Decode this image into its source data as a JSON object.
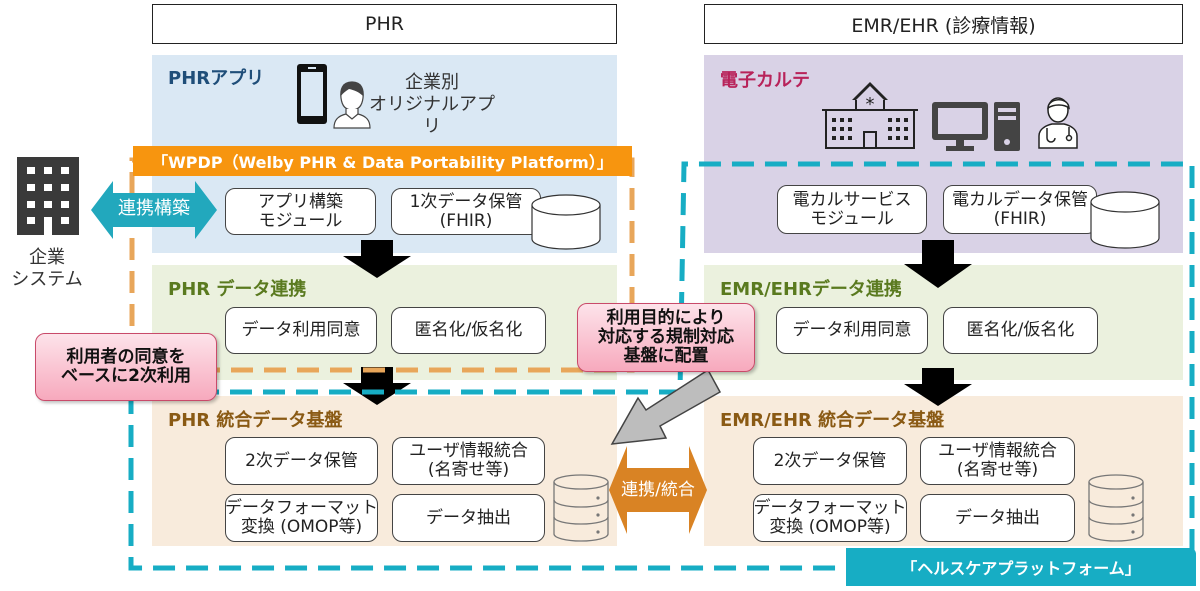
{
  "headers": {
    "phr": "PHR",
    "emr": "EMR/EHR (診療情報)"
  },
  "left_system": {
    "label_line1": "企業",
    "label_line2": "システム",
    "link_arrow_label": "連携構築"
  },
  "phr_app": {
    "title": "PHRアプリ",
    "desc_line1": "企業別",
    "desc_line2": "オリジナルアプリ",
    "modules": [
      {
        "line1": "アプリ構築",
        "line2": "モジュール"
      },
      {
        "line1": "1次データ保管",
        "line2": "(FHIR)"
      }
    ]
  },
  "wpdp_banner": "「WPDP（Welby PHR & Data Portability Platform）」",
  "phr_link": {
    "title": "PHR データ連携",
    "modules": [
      "データ利用同意",
      "匿名化/仮名化"
    ]
  },
  "phr_platform": {
    "title": "PHR 統合データ基盤",
    "modules": [
      {
        "line1": "2次データ保管",
        "line2": ""
      },
      {
        "line1": "ユーザ情報統合",
        "line2": "(名寄せ等)"
      },
      {
        "line1": "データフォーマット",
        "line2": "変換 (OMOP等)"
      },
      {
        "line1": "データ抽出",
        "line2": ""
      }
    ]
  },
  "emr_app": {
    "title": "電子カルテ",
    "modules": [
      {
        "line1": "電カルサービス",
        "line2": "モジュール"
      },
      {
        "line1": "電カルデータ保管",
        "line2": "(FHIR)"
      }
    ]
  },
  "emr_link": {
    "title": "EMR/EHRデータ連携",
    "modules": [
      "データ利用同意",
      "匿名化/仮名化"
    ]
  },
  "emr_platform": {
    "title": "EMR/EHR 統合データ基盤",
    "modules": [
      {
        "line1": "2次データ保管",
        "line2": ""
      },
      {
        "line1": "ユーザ情報統合",
        "line2": "(名寄せ等)"
      },
      {
        "line1": "データフォーマット",
        "line2": "変換 (OMOP等)"
      },
      {
        "line1": "データ抽出",
        "line2": ""
      }
    ]
  },
  "middle_arrow_label": "連携/統合",
  "callouts": {
    "consent_line1": "利用者の同意を",
    "consent_line2": "ベースに2次利用",
    "regulation_line1": "利用目的により",
    "regulation_line2": "対応する規制対応",
    "regulation_line3": "基盤に配置"
  },
  "healthcare_banner": "「ヘルスケアプラットフォーム」",
  "colors": {
    "phr_app_bg": "#dae8f4",
    "phr_app_title": "#1f4e79",
    "emr_app_bg": "#d9d2e6",
    "emr_app_title": "#b8235a",
    "link_bg": "#ebf1de",
    "link_title": "#5a7a1f",
    "platform_bg": "#f8ebdc",
    "platform_title": "#8a5a14",
    "wpdp_orange": "#f7950f",
    "wpdp_dash": "#e8a65a",
    "healthcare_teal": "#17adc4",
    "middle_arrow": "#d98324",
    "link_arrow": "#22a8bd"
  }
}
